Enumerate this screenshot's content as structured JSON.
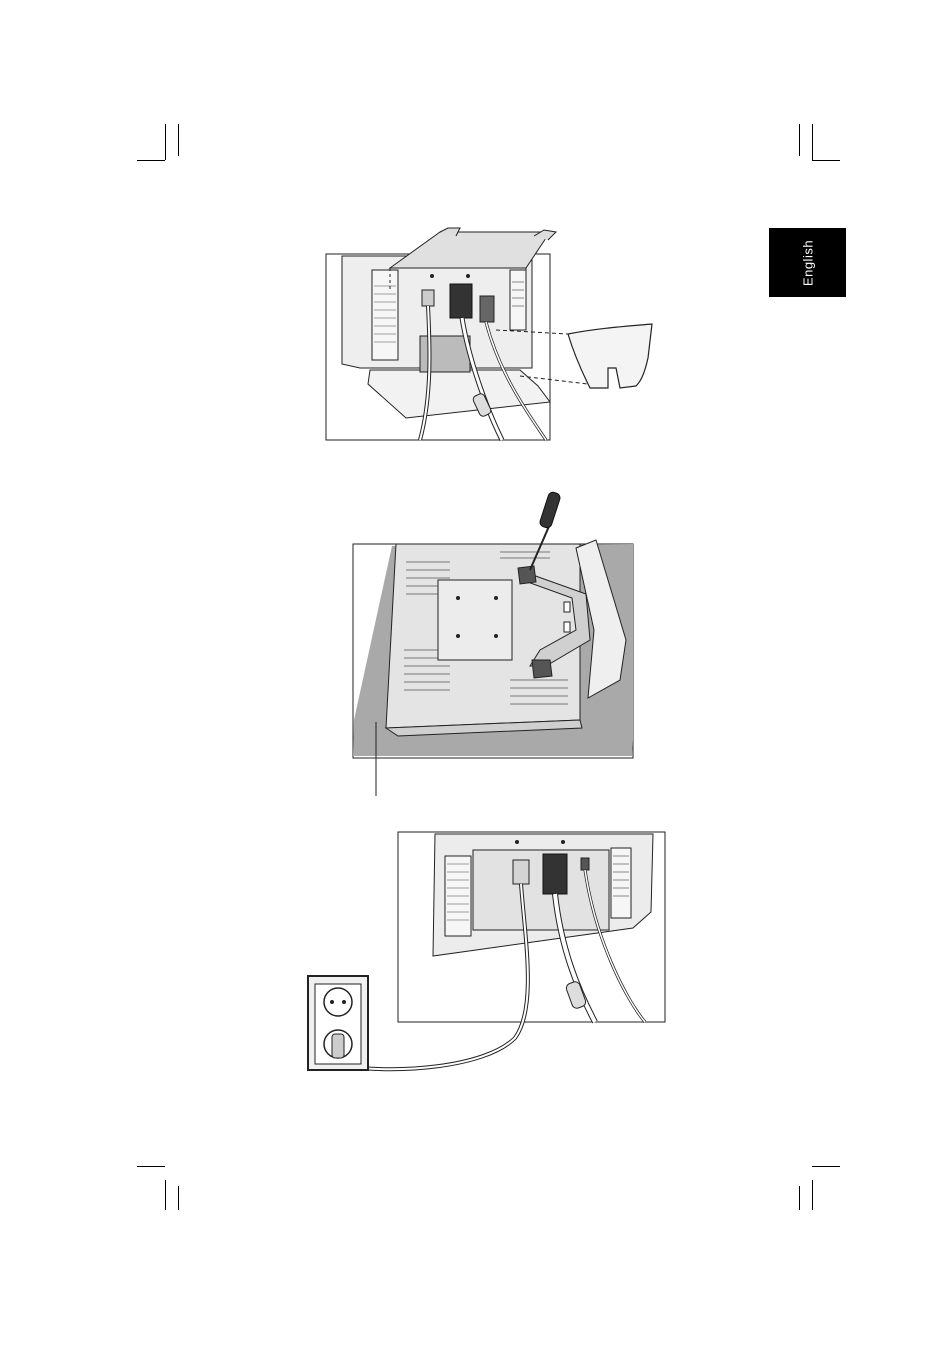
{
  "language_tab": {
    "label": "English",
    "bg": "#000000",
    "fg": "#ffffff"
  },
  "figures": [
    {
      "id": "figure-1",
      "subject": "cable-cover-attach"
    },
    {
      "id": "figure-2",
      "subject": "stand-removal-screwdriver"
    },
    {
      "id": "figure-3",
      "subject": "cable-connection-wall-outlet"
    }
  ],
  "colors": {
    "ink": "#222222",
    "fill_light": "#e6e6e6",
    "fill_mid": "#bdbdbd",
    "shadow": "#a8a8a8"
  }
}
